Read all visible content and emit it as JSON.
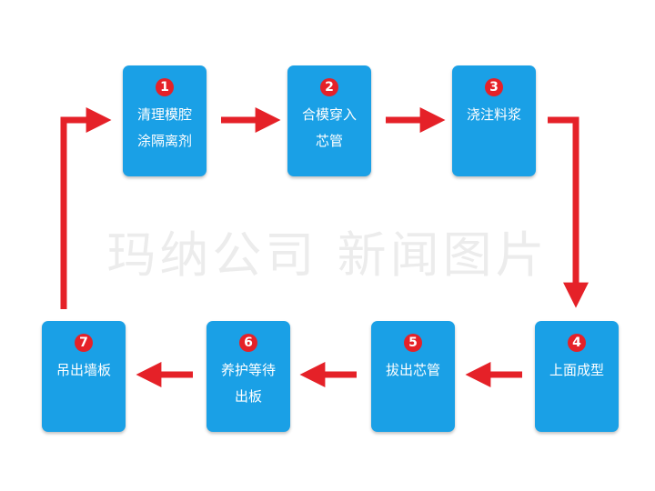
{
  "watermark": "玛纳公司 新闻图片",
  "steps": [
    {
      "number": "1",
      "label": "清理模腔\n涂隔离剂"
    },
    {
      "number": "2",
      "label": "合模穿入\n芯管"
    },
    {
      "number": "3",
      "label": "浇注料浆"
    },
    {
      "number": "4",
      "label": "上面成型"
    },
    {
      "number": "5",
      "label": "拔出芯管"
    },
    {
      "number": "6",
      "label": "养护等待\n出板"
    },
    {
      "number": "7",
      "label": "吊出墙板"
    }
  ],
  "colors": {
    "box": "#1aa0e6",
    "badge": "#e52128",
    "arrow": "#e52128"
  }
}
